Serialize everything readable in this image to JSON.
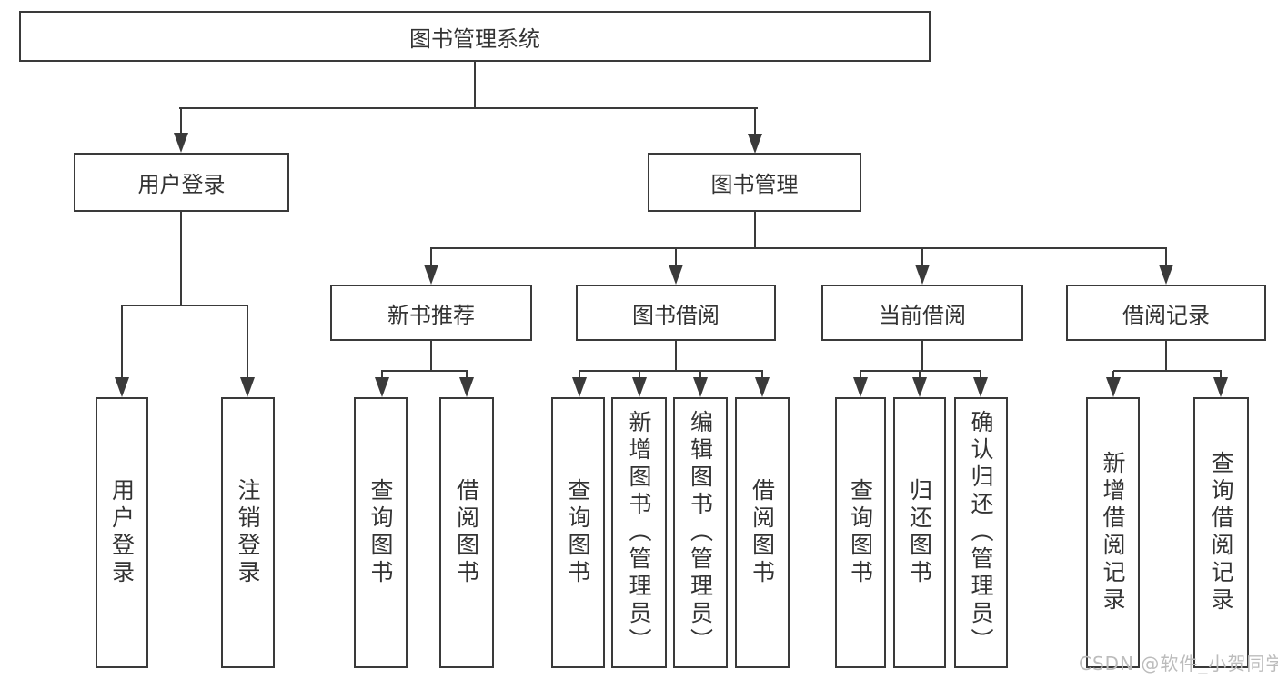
{
  "colors": {
    "line": "#3a3a3a",
    "text": "#333333",
    "watermark": "#bcbcbc",
    "bg": "#ffffff"
  },
  "tree": {
    "root": {
      "label": "图书管理系统"
    },
    "branches": [
      {
        "label": "用户登录",
        "children": [
          {
            "label": "用户登录"
          },
          {
            "label": "注销登录"
          }
        ]
      },
      {
        "label": "图书管理",
        "groups": [
          {
            "label": "新书推荐",
            "children": [
              {
                "label": "查询图书"
              },
              {
                "label": "借阅图书"
              }
            ]
          },
          {
            "label": "图书借阅",
            "children": [
              {
                "label": "查询图书"
              },
              {
                "label": "新增图书（管理员）"
              },
              {
                "label": "编辑图书（管理员）"
              },
              {
                "label": "借阅图书"
              }
            ]
          },
          {
            "label": "当前借阅",
            "children": [
              {
                "label": "查询图书"
              },
              {
                "label": "归还图书"
              },
              {
                "label": "确认归还（管理员）"
              }
            ]
          },
          {
            "label": "借阅记录",
            "children": [
              {
                "label": "新增借阅记录"
              },
              {
                "label": "查询借阅记录"
              }
            ]
          }
        ]
      }
    ]
  },
  "watermark": {
    "text": "CSDN @软件_小贺同学"
  }
}
